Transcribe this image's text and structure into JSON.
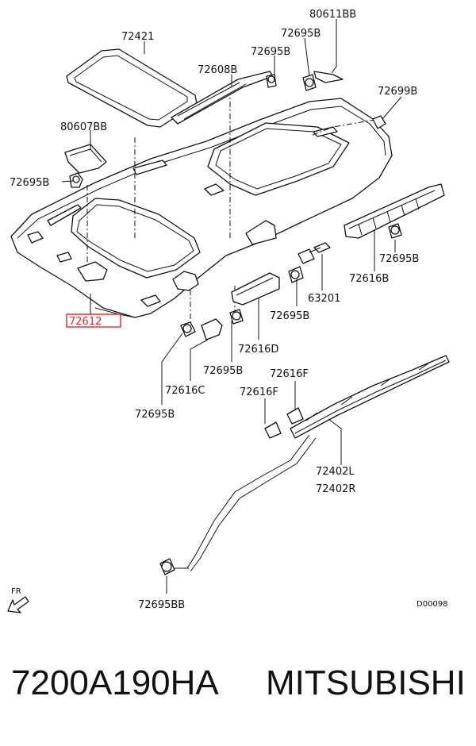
{
  "diagram": {
    "labels": {
      "l72421": "72421",
      "l80611BB": "80611BB",
      "l72695B_top": "72695B",
      "l72695B_top2": "72695B",
      "l72608B": "72608B",
      "l72699B": "72699B",
      "l80607BB": "80607BB",
      "l72695B_left": "72695B",
      "l72695B_right": "72695B",
      "l72616B": "72616B",
      "l63201": "63201",
      "l72695B_mid": "72695B",
      "l72612": "72612",
      "l72616D": "72616D",
      "l72695B_c": "72695B",
      "l72616F_a": "72616F",
      "l72616C": "72616C",
      "l72616F_b": "72616F",
      "l72695B_bot": "72695B",
      "l72402L": "72402L",
      "l72402R": "72402R",
      "l72695BB": "72695BB",
      "lD00098": "D00098",
      "lFR": "FR"
    },
    "highlight_color": "#e0272f"
  },
  "footer": {
    "part_number": "7200A190HA",
    "brand": "MITSUBISHI"
  }
}
